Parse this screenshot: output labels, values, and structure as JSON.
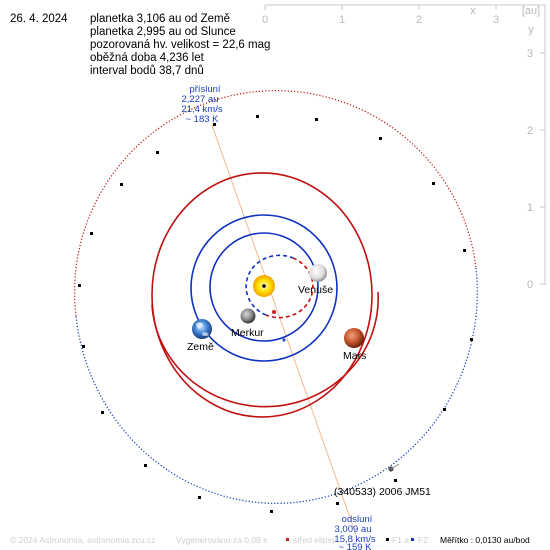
{
  "date": "26. 4. 2024",
  "info_lines": [
    "planetka 3,106 au od Země",
    "planetka 2,995 au od Slunce",
    "pozorovaná hv. velikost = 22,6 mag",
    "oběžná doba 4,236 let",
    "interval bodů 38,7 dnů"
  ],
  "scale_top": {
    "unit_label": "[au]",
    "close_mark": "x",
    "ticks": [
      "0",
      "1",
      "2",
      "3"
    ]
  },
  "scale_right": {
    "close_mark": "y",
    "ticks": [
      "0",
      "1",
      "2",
      "3"
    ]
  },
  "perihelion": {
    "title": "přísluní",
    "distance": "2,227 au",
    "speed": "21,4 km/s",
    "temperature": "~ 183 K"
  },
  "aphelion": {
    "title": "odsluní",
    "distance": "3,009 au",
    "speed": "15,8 km/s",
    "temperature": "~ 159 K"
  },
  "bodies": {
    "sun": "",
    "mercury": "Merkur",
    "venus": "Venuše",
    "earth": "Země",
    "mars": "Mars",
    "asteroid": "(340533) 2006 JM51"
  },
  "footer": {
    "copyright": "© 2024 Astronomia, astronomia.zcu.cz",
    "generated": "Vygenerováno za 0,09 s",
    "legend_center": "střed elipsy",
    "legend_f1": "F1 a",
    "legend_f2": "F2",
    "scale": "Měřítko : 0,0130 au/bod"
  },
  "colors": {
    "inner_orbits": "#1030c0",
    "mars_orbit": "#c01010",
    "asteroid_orbit_near": "#c01010",
    "asteroid_orbit_far": "#1030c0",
    "apsis_line": "#f4b890",
    "label_blue": "#1b3fbf"
  }
}
